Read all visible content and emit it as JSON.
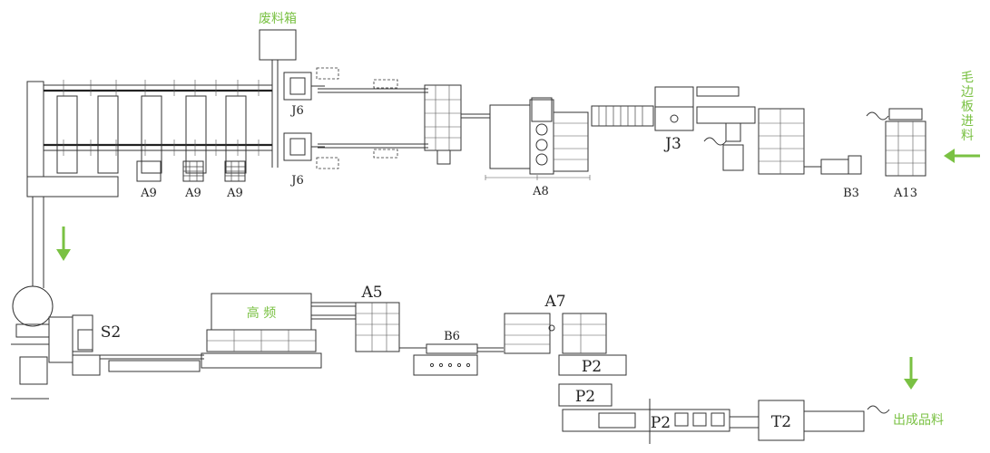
{
  "labels": {
    "waste_box": "废料箱",
    "raw_board_infeed": [
      "毛",
      "边",
      "板",
      "进",
      "料"
    ],
    "finished_outfeed": "出成品料",
    "high_frequency": "高 频",
    "j6_top": "J6",
    "j6_bottom": "J6",
    "a9_1": "A9",
    "a9_2": "A9",
    "a9_3": "A9",
    "a8": "A8",
    "j3": "J3",
    "b3": "B3",
    "a13": "A13",
    "s2": "S2",
    "a5": "A5",
    "b6": "B6",
    "a7": "A7",
    "p2_1": "P2",
    "p2_2": "P2",
    "p2_3": "P2",
    "t2": "T2"
  },
  "colors": {
    "accent_green": "#7ac143",
    "line": "#333333",
    "text": "#222222"
  },
  "icons": {
    "down_arrow_left": "green-down-arrow-icon",
    "left_arrow_right": "green-left-arrow-icon",
    "down_arrow_right": "green-down-arrow-icon"
  }
}
